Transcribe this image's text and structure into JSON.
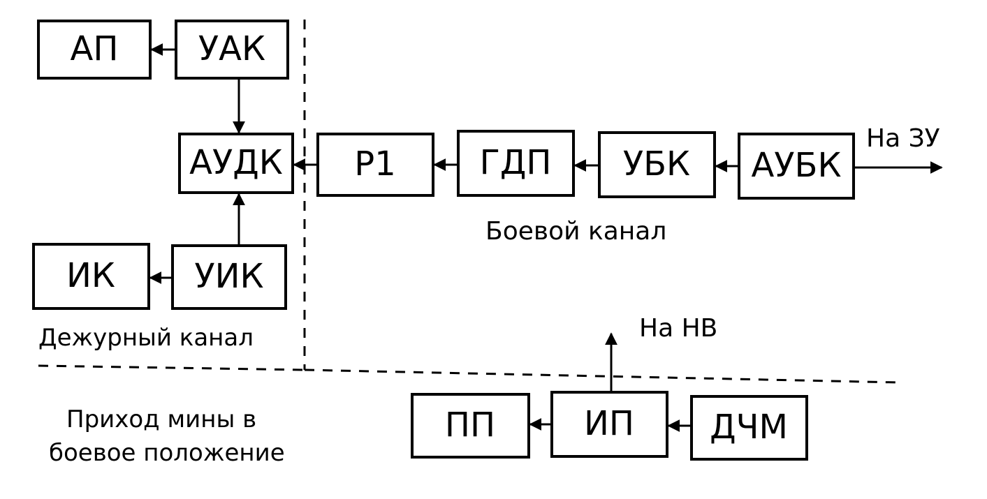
{
  "blocks": {
    "ap": "АП",
    "uak": "УАК",
    "audk": "АУДК",
    "ik": "ИК",
    "uik": "УИК",
    "r1": "Р1",
    "gdp": "ГДП",
    "ubk": "УБК",
    "aubk": "АУБК",
    "pp": "ПП",
    "ip": "ИП",
    "dchm": "ДЧМ"
  },
  "labels": {
    "duty_channel": "Дежурный канал",
    "combat_channel": "Боевой канал",
    "to_zu": "На ЗУ",
    "to_nv": "На НВ",
    "mine_arrival_line1": "Приход мины в",
    "mine_arrival_line2": "боевое положение"
  }
}
